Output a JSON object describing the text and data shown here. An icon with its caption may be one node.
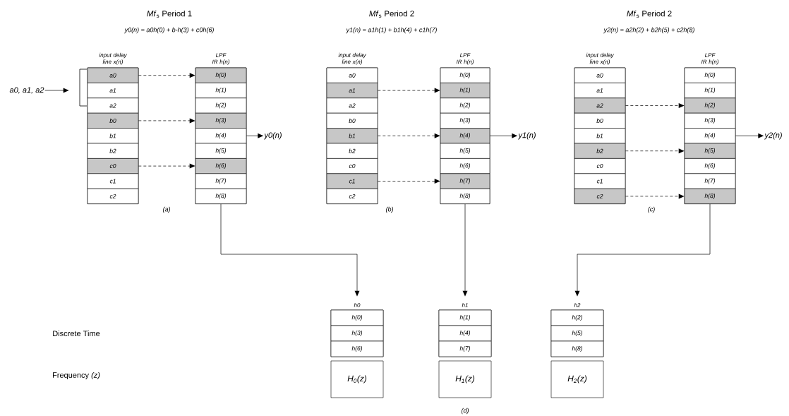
{
  "diagram": {
    "nodes": [
      {
        "text": [
          "a0, a1, a2"
        ]
      },
      {
        "text": [
          "input delay line x(n)"
        ]
      },
      {
        "text": [
          "a0"
        ],
        "in": 1
      },
      {
        "text": [
          "a1"
        ],
        "in": 1
      },
      {
        "text": [
          "a2"
        ],
        "in": 1
      },
      {
        "text": [
          "b0"
        ],
        "in": 1
      },
      {
        "text": [
          "b1"
        ],
        "in": 1
      },
      {
        "text": [
          "b2"
        ],
        "in": 1
      },
      {
        "text": [
          "c0"
        ],
        "in": 1
      },
      {
        "text": [
          "c1"
        ],
        "in": 1
      },
      {
        "text": [
          "c2"
        ],
        "in": 1
      },
      {
        "text": [
          "LPF IR h(n)"
        ]
      },
      {
        "text": [
          "h(0)"
        ],
        "in": 11
      },
      {
        "text": [
          "h(1)"
        ],
        "in": 11
      },
      {
        "text": [
          "h(2)"
        ],
        "in": 11
      },
      {
        "text": [
          "h(3)"
        ],
        "in": 11
      },
      {
        "text": [
          "h(4)"
        ],
        "in": 11
      },
      {
        "text": [
          "h(5)"
        ],
        "in": 11
      },
      {
        "text": [
          "h(6)"
        ],
        "in": 11
      },
      {
        "text": [
          "h(7)"
        ],
        "in": 11
      },
      {
        "text": [
          "h(8)"
        ],
        "in": 11
      },
      {
        "text": [
          "y0(n)"
        ]
      },
      {
        "text": [
          "input delay line x(n)"
        ]
      },
      {
        "text": [
          "a0"
        ],
        "in": 22
      },
      {
        "text": [
          "a1"
        ],
        "in": 22
      },
      {
        "text": [
          "a2"
        ],
        "in": 22
      },
      {
        "text": [
          "b0"
        ],
        "in": 22
      },
      {
        "text": [
          "b1"
        ],
        "in": 22
      },
      {
        "text": [
          "b2"
        ],
        "in": 22
      },
      {
        "text": [
          "c0"
        ],
        "in": 22
      },
      {
        "text": [
          "c1"
        ],
        "in": 22
      },
      {
        "text": [
          "c2"
        ],
        "in": 22
      },
      {
        "text": [
          "LPF IR h(n)"
        ]
      },
      {
        "text": [
          "h(0)"
        ],
        "in": 32
      },
      {
        "text": [
          "h(1)"
        ],
        "in": 32
      },
      {
        "text": [
          "h(2)"
        ],
        "in": 32
      },
      {
        "text": [
          "h(3)"
        ],
        "in": 32
      },
      {
        "text": [
          "h(4)"
        ],
        "in": 32
      },
      {
        "text": [
          "h(5)"
        ],
        "in": 32
      },
      {
        "text": [
          "h(6)"
        ],
        "in": 32
      },
      {
        "text": [
          "h(7)"
        ],
        "in": 32
      },
      {
        "text": [
          "h(8)"
        ],
        "in": 32
      },
      {
        "text": [
          "y1(n)"
        ]
      },
      {
        "text": [
          "input delay line x(n)"
        ]
      },
      {
        "text": [
          "a0"
        ],
        "in": 43
      },
      {
        "text": [
          "a1"
        ],
        "in": 43
      },
      {
        "text": [
          "a2"
        ],
        "in": 43
      },
      {
        "text": [
          "b0"
        ],
        "in": 43
      },
      {
        "text": [
          "b1"
        ],
        "in": 43
      },
      {
        "text": [
          "b2"
        ],
        "in": 43
      },
      {
        "text": [
          "c0"
        ],
        "in": 43
      },
      {
        "text": [
          "c1"
        ],
        "in": 43
      },
      {
        "text": [
          "c2"
        ],
        "in": 43
      },
      {
        "text": [
          "LPF IR h(n)"
        ]
      },
      {
        "text": [
          "h(0)"
        ],
        "in": 53
      },
      {
        "text": [
          "h(1)"
        ],
        "in": 53
      },
      {
        "text": [
          "h(2)"
        ],
        "in": 53
      },
      {
        "text": [
          "h(3)"
        ],
        "in": 53
      },
      {
        "text": [
          "h(4)"
        ],
        "in": 53
      },
      {
        "text": [
          "h(5)"
        ],
        "in": 53
      },
      {
        "text": [
          "h(6)"
        ],
        "in": 53
      },
      {
        "text": [
          "h(7)"
        ],
        "in": 53
      },
      {
        "text": [
          "h(8)"
        ],
        "in": 53
      },
      {
        "text": [
          "y2(n)"
        ]
      },
      {
        "text": [
          "h0"
        ]
      },
      {
        "text": [
          "h(0)"
        ],
        "in": 64
      },
      {
        "text": [
          "h(3)"
        ],
        "in": 64
      },
      {
        "text": [
          "h(6)"
        ],
        "in": 64
      },
      {
        "text": [
          "H$_{0}$(z)"
        ]
      },
      {
        "text": [
          "h1"
        ]
      },
      {
        "text": [
          "h(1)"
        ],
        "in": 69
      },
      {
        "text": [
          "h(4)"
        ],
        "in": 69
      },
      {
        "text": [
          "h(7)"
        ],
        "in": 69
      },
      {
        "text": [
          "H$_{1}$(z)"
        ]
      },
      {
        "text": [
          "h2"
        ]
      },
      {
        "text": [
          "h(2)"
        ],
        "in": 74
      },
      {
        "text": [
          "h(5)"
        ],
        "in": 74
      },
      {
        "text": [
          "h(8)"
        ],
        "in": 74
      },
      {
        "text": [
          "H$_{2}$(z)"
        ]
      }
    ],
    "edges": [
      {
        "from": 0,
        "to": null,
        "arrow": "to"
      },
      {
        "from": 2,
        "to": 12,
        "arrow": "to",
        "style": "dashed"
      },
      {
        "from": 5,
        "to": 15,
        "arrow": "to",
        "style": "dashed"
      },
      {
        "from": 8,
        "to": 18,
        "arrow": "to",
        "style": "dashed"
      },
      {
        "from": 16,
        "to": 21,
        "arrow": "to"
      },
      {
        "from": 24,
        "to": 34,
        "arrow": "to",
        "style": "dashed"
      },
      {
        "from": 27,
        "to": 37,
        "arrow": "to",
        "style": "dashed"
      },
      {
        "from": 30,
        "to": 40,
        "arrow": "to",
        "style": "dashed"
      },
      {
        "from": 37,
        "to": 42,
        "arrow": "to"
      },
      {
        "from": 46,
        "to": 56,
        "arrow": "to",
        "style": "dashed"
      },
      {
        "from": 49,
        "to": 59,
        "arrow": "to",
        "style": "dashed"
      },
      {
        "from": 52,
        "to": 62,
        "arrow": "to",
        "style": "dashed"
      },
      {
        "from": 58,
        "to": 63,
        "arrow": "to"
      },
      {
        "from": 11,
        "to": 64,
        "arrow": "to"
      },
      {
        "from": 32,
        "to": 69,
        "arrow": "to"
      },
      {
        "from": 53,
        "to": 74,
        "arrow": "to"
      }
    ],
    "labels": [
      "*Mf*$_{s}$ Period 1",
      "y0(n) = a0h(0) + b-h(3) + c0h(6)",
      "*Mf*$_{s}$ Period 2",
      "y1(n) = a1h(1) + b1h(4) + c1h(7)",
      "*Mf*$_{s}$ Period 2",
      "y2(n) = a2h(2) + b2h(5) + c2h(8)",
      "(a)",
      "(b)",
      "(c)",
      "Discrete Time",
      "Frequency *(z)*",
      "(d)"
    ]
  }
}
